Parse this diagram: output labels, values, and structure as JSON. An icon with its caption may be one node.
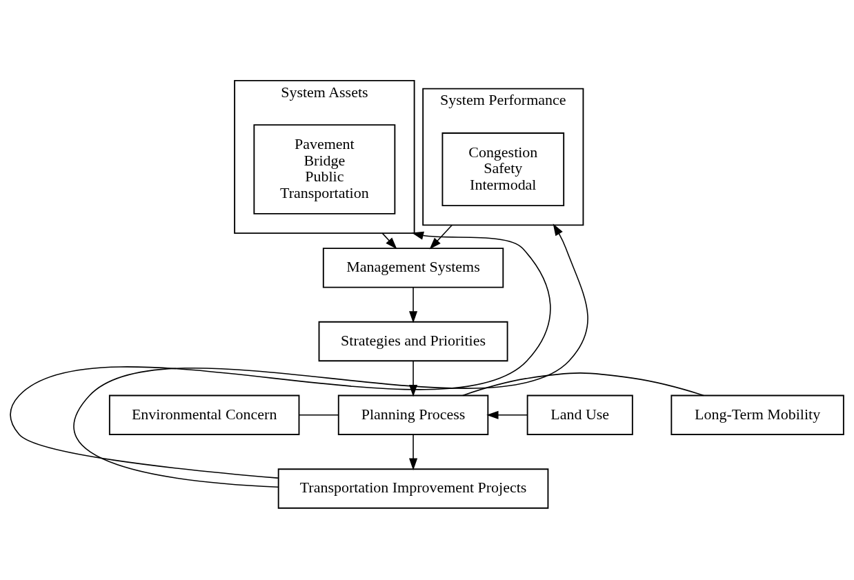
{
  "diagram": {
    "nodes": [
      {
        "text": [
          "System Assets"
        ]
      },
      {
        "text": [
          "Pavement Bridge Public Transportation"
        ],
        "in": 0
      },
      {
        "text": [
          "System Performance"
        ]
      },
      {
        "text": [
          "Congestion Safety Intermodal"
        ],
        "in": 2
      },
      {
        "text": [
          "Management Systems"
        ]
      },
      {
        "text": [
          "Strategies and Priorities"
        ]
      },
      {
        "text": [
          "Environmental Concern"
        ]
      },
      {
        "text": [
          "Planning Process"
        ]
      },
      {
        "text": [
          "Land Use"
        ]
      },
      {
        "text": [
          "Long-Term Mobility"
        ]
      },
      {
        "text": [
          "Transportation Improvement Projects"
        ]
      }
    ],
    "edges": [
      {
        "from": 0,
        "to": 4,
        "arrow": "to"
      },
      {
        "from": 2,
        "to": 4,
        "arrow": "to"
      },
      {
        "from": 4,
        "to": 5,
        "arrow": "to"
      },
      {
        "from": 5,
        "to": 7,
        "arrow": "to"
      },
      {
        "from": 6,
        "to": 7,
        "arrow": "none"
      },
      {
        "from": 9,
        "to": 7,
        "arrow": "none"
      },
      {
        "from": 8,
        "to": 7,
        "arrow": "to"
      },
      {
        "from": 7,
        "to": 10,
        "arrow": "to"
      },
      {
        "from": 10,
        "to": 0,
        "arrow": "to"
      },
      {
        "from": 10,
        "to": 2,
        "arrow": "to"
      }
    ]
  }
}
